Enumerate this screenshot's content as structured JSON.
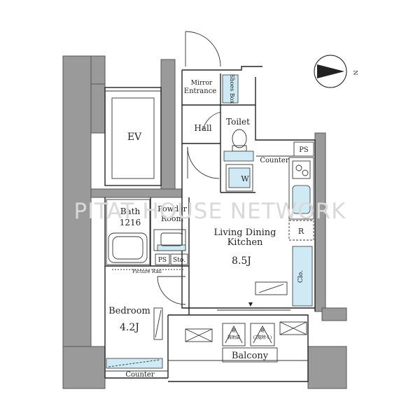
{
  "rooms": {
    "ev": "EV",
    "mirror": "Mirror",
    "entrance": "Entrance",
    "shoes_box": "Shoes Box",
    "hall": "Hall",
    "toilet": "Toilet",
    "ps_top": "PS",
    "counter_top": "Counter",
    "w": "W",
    "bath": "Bath",
    "bath_size": "1216",
    "powder_room_1": "Powder",
    "powder_room_2": "Room",
    "ldk_1": "Living Dining",
    "ldk_2": "Kitchen",
    "ldk_size": "8.5J",
    "r": "R",
    "clo": "Clo.",
    "ps_bottom": "PS",
    "sto": "Sto.",
    "picture_rail": "Picture Rail",
    "bedroom": "Bedroom",
    "bedroom_size": "4.2J",
    "balcony": "Balcony",
    "counter_bottom": "Counter",
    "hatch_1_line1": "避",
    "hatch_1_line2": "救助袋",
    "hatch_2_line1": "避",
    "hatch_2_line2": "(2階除く)"
  },
  "compass": {
    "label": "N"
  },
  "watermark": "PITAT HOUSE NETWORK",
  "colors": {
    "wall": "#9a9a9a",
    "fixture": "#cfe9f5",
    "line": "#222222"
  }
}
